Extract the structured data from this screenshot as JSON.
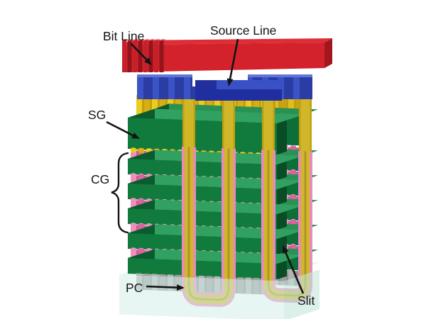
{
  "figure": {
    "type": "3d-structure-diagram",
    "background": "#ffffff",
    "description": "3D stacked vertical NAND flash memory cell structure"
  },
  "labels": {
    "bit_line": "Bit Line",
    "source_line": "Source Line",
    "select_gate": "SG",
    "control_gate": "CG",
    "pipe_connection": "PC",
    "slit": "Slit"
  },
  "structure": {
    "control_gate_layers": 5,
    "slit_u_channels": 2,
    "slit_columns": 4,
    "bit_line_ribs": 8
  },
  "colors": {
    "red_face": "#d3222b",
    "red_top": "#dd2e37",
    "red_side": "#a3161e",
    "red_rib_light": "#c6202a",
    "red_rib_dark": "#93141c",
    "red_rib_cap": "#e23640",
    "blue_bar": "#3a53c6",
    "blue_bar_dark": "#2b3da4",
    "blue_top_strip": "#5f76d8",
    "source_top": "#3a50c5",
    "source_top_dark": "#22309e",
    "source_face": "#202fa0",
    "yellow_a": "#efcb22",
    "yellow_b": "#d9ae14",
    "yellow_backdrop": "#c39f10",
    "yellow_back_a": "#e3bc1c",
    "yellow_back_b": "#cba210",
    "slit_yellow": "#d2b629",
    "slit_core": "#a8922a",
    "green_face": "#117b3e",
    "green_face_back": "#0e6e38",
    "green_top": "#31a161",
    "green_top_back": "#2a9155",
    "green_dark": "#0a5b2d",
    "green_right": "#084d26",
    "pink_a": "#f08ebe",
    "pink_b": "#d9649f",
    "pink_cap": "#f5a7cd",
    "pink_backdrop": "#c75d95",
    "slit_pink": "#e989bc",
    "gray_a": "#b3b3b3",
    "gray_b": "#9e9e9e",
    "gray_backdrop": "#8f8f8f",
    "substrate_top": "#dff4ee",
    "substrate_face": "#d3efe7",
    "substrate_side": "#c2e6db",
    "annotation": "#141414",
    "gap_white": "#ffffff"
  }
}
